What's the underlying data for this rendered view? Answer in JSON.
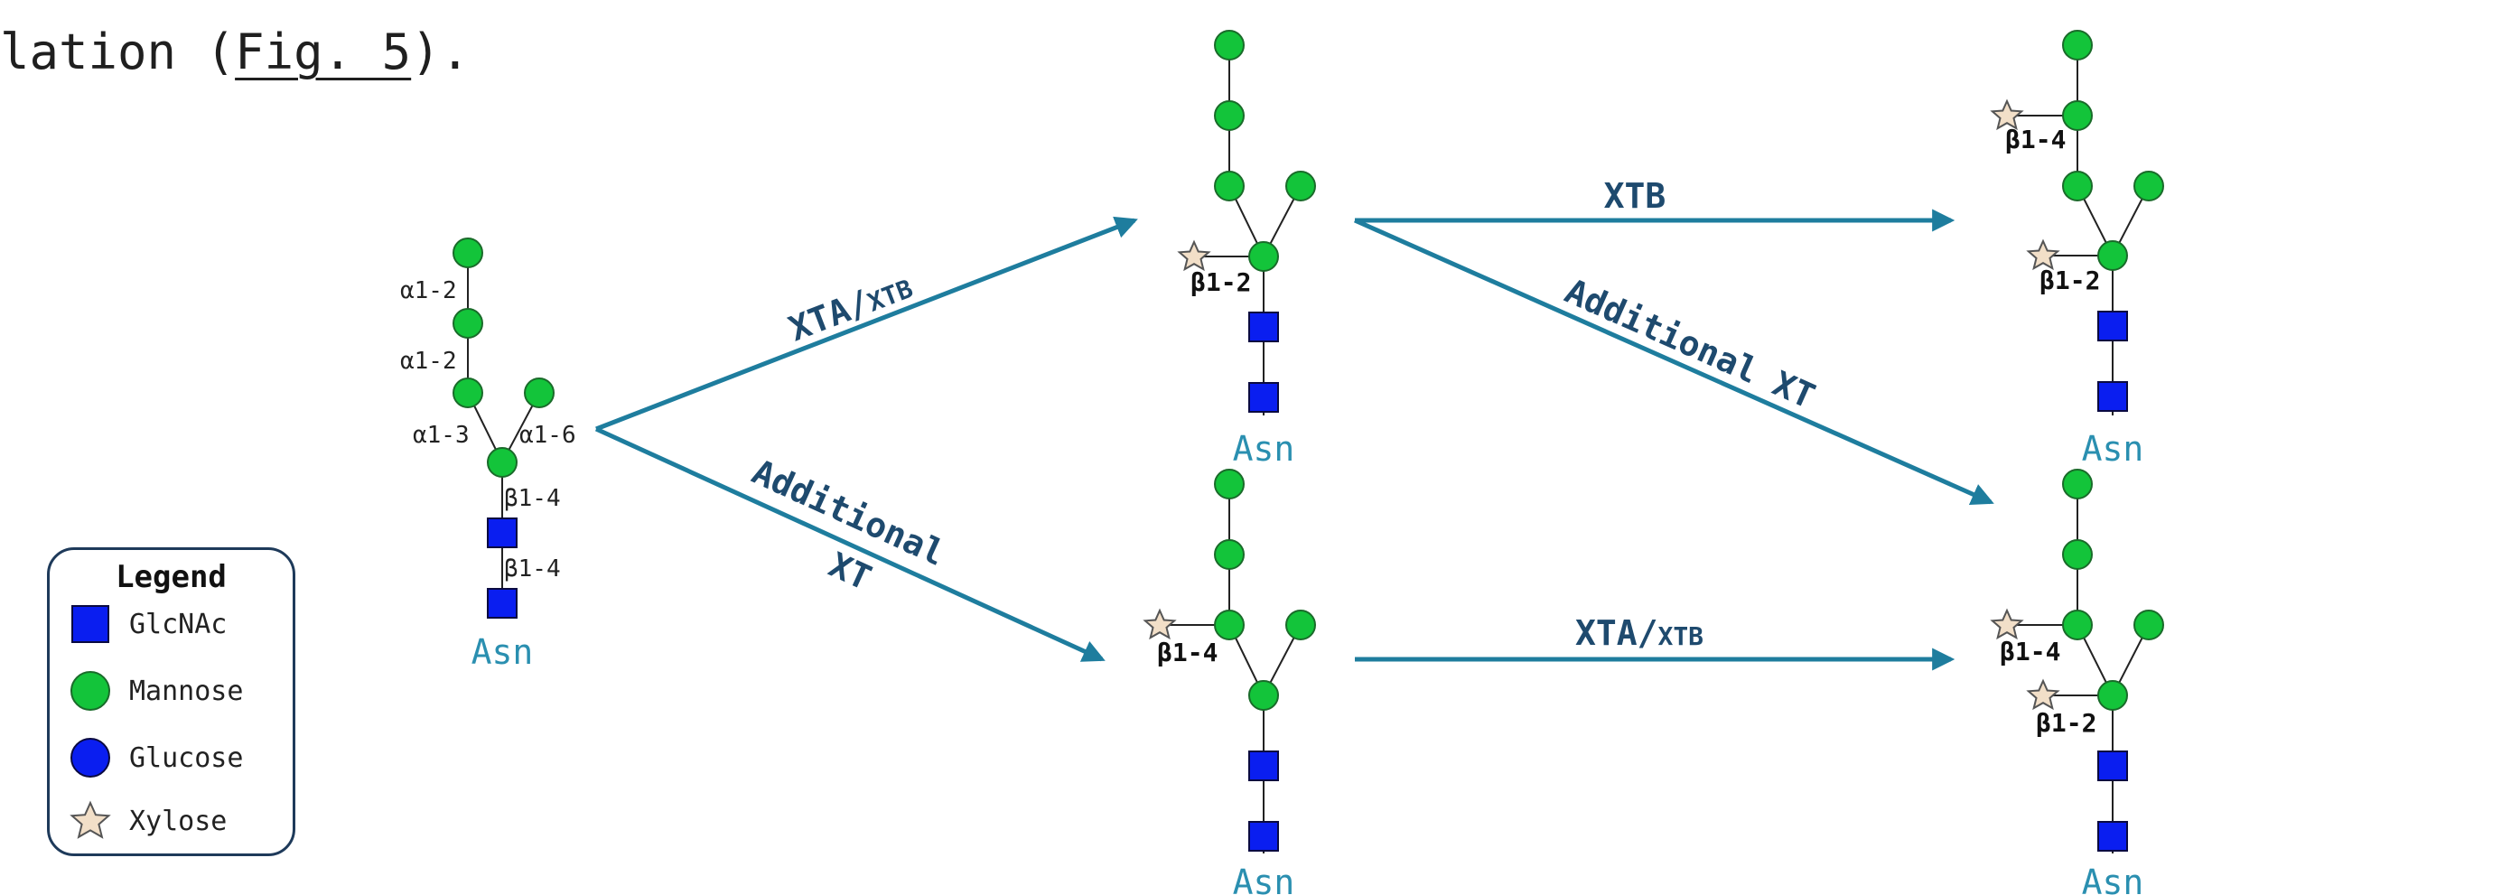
{
  "caption": {
    "prefix": "lation (",
    "fig_ref": "Fig. 5",
    "suffix": ")."
  },
  "colors": {
    "glcnac": "#0a1ef0",
    "mannose": "#13c43a",
    "glucose": "#0a1ef0",
    "xylose": "#f2dfc8",
    "arrow": "#1e7d9e",
    "enzyme_text": "#1e4a6e",
    "asn_text": "#2a8fb0"
  },
  "legend": {
    "title": "Legend",
    "items": [
      {
        "label": "GlcNAc",
        "icon": "blue-square-icon"
      },
      {
        "label": "Mannose",
        "icon": "green-circle-icon"
      },
      {
        "label": "Glucose",
        "icon": "blue-circle-icon"
      },
      {
        "label": "Xylose",
        "icon": "star-icon"
      }
    ]
  },
  "substrate": {
    "asn": "Asn",
    "linkages": {
      "a12_top": "α1-2",
      "a12_mid": "α1-2",
      "a13": "α1-3",
      "a16": "α1-6",
      "b14_upper": "β1-4",
      "b14_lower": "β1-4"
    }
  },
  "products": {
    "top_middle": {
      "asn": "Asn",
      "xylose_link": "β1-2"
    },
    "bottom_middle": {
      "asn": "Asn",
      "xylose_link": "β1-4"
    },
    "top_right": {
      "asn": "Asn",
      "xylose_link_upper": "β1-4",
      "xylose_link_lower": "β1-2"
    },
    "bottom_right": {
      "asn": "Asn",
      "xylose_link_upper": "β1-4",
      "xylose_link_lower": "β1-2"
    }
  },
  "arrows": {
    "substrate_to_top": {
      "main": "XTA/",
      "small": "XTB"
    },
    "substrate_to_bottom": {
      "line1": "Additional",
      "line2": "XT"
    },
    "top_to_top_right": {
      "label": "XTB"
    },
    "top_to_bottom_right": {
      "label": "Additional XT"
    },
    "bottom_to_bottom_right": {
      "main": "XTA/",
      "small": "XTB"
    }
  }
}
